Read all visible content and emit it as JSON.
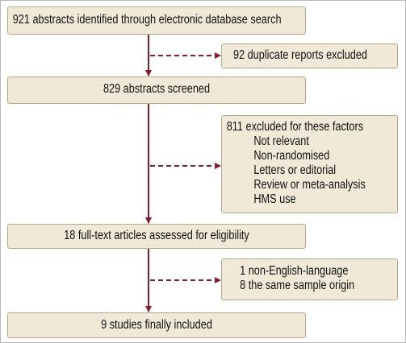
{
  "flow": {
    "identified": "921 abstracts identified through electronic database search",
    "duplicates": "92 duplicate reports excluded",
    "screened": "829 abstracts screened",
    "excluded_header": "811 excluded for these factors",
    "excluded_factors": [
      "Not relevant",
      "Non-randomised",
      "Letters or editorial",
      "Review or meta-analysis",
      "HMS use"
    ],
    "fulltext": "18 full-text articles assessed for eligibility",
    "fulltext_excluded": [
      "1 non-English-language",
      "8 the same sample origin"
    ],
    "included": "9 studies finally included"
  },
  "colors": {
    "arrow": "#8b1a2b",
    "box_fill": "#f1e9d7",
    "box_border": "#b5a98c"
  }
}
